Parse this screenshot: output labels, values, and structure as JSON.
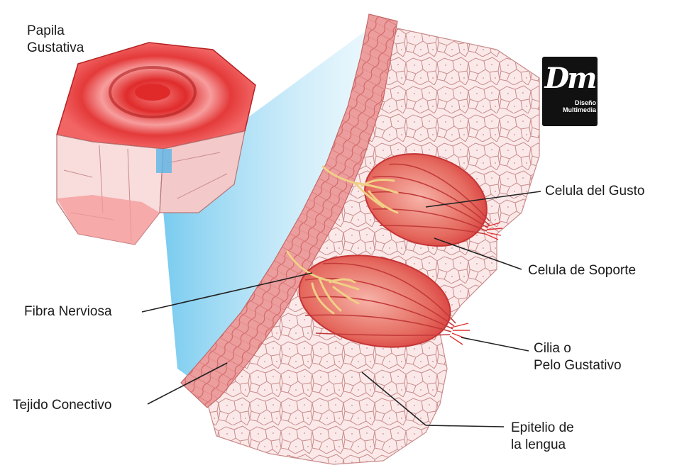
{
  "labels": {
    "papila": [
      "Papila",
      "Gustativa"
    ],
    "celula_gusto": "Celula del Gusto",
    "celula_soporte": "Celula de Soporte",
    "fibra_nerviosa": "Fibra Nerviosa",
    "cilia": [
      "Cilia o",
      "Pelo Gustativo"
    ],
    "tejido_conectivo": "Tejido Conectivo",
    "epitelio": [
      "Epitelio de",
      "la lengua"
    ]
  },
  "logo": {
    "mark": "Dm",
    "line1": "Diseño",
    "line2": "Multimedia"
  },
  "colors": {
    "papila_top": "#e53b3b",
    "papila_side": "#f7d4d4",
    "connective_tissue": "#e98f8f",
    "epithelium_fill": "#fbe6e6",
    "cell_outline": "#c98b8b",
    "taste_bud": "#e2504d",
    "nerve_fiber": "#f3d38a",
    "magnifier_beam": "#8fd2f0",
    "leader_line": "#222222"
  }
}
